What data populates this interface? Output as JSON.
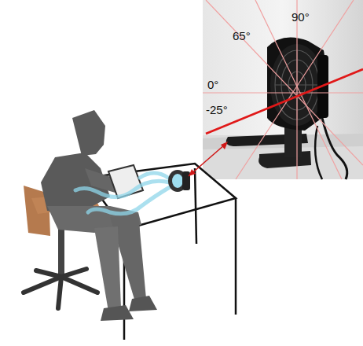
{
  "diagram": {
    "labels": [
      "90°",
      "65°",
      "0°",
      "-25°"
    ]
  }
}
